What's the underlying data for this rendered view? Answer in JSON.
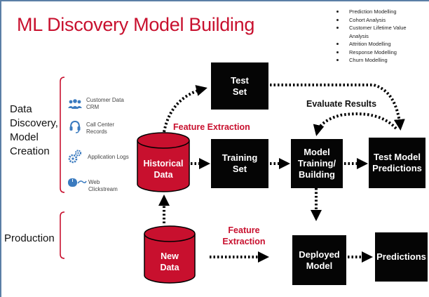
{
  "title": "ML Discovery Model Building",
  "use_cases": [
    "Prediction Modelling",
    "Cohort Analysis",
    "Customer Lifetime Value Analysis",
    "Attrition Modelling",
    "Response Modelling",
    "Churn Modelling"
  ],
  "sections": {
    "discovery": "Data Discovery, Model Creation",
    "production": "Production"
  },
  "data_sources": [
    {
      "label": "Customer Data CRM",
      "icon": "people-icon"
    },
    {
      "label": "Call Center Records",
      "icon": "headset-icon"
    },
    {
      "label": "Application Logs",
      "icon": "gears-icon"
    },
    {
      "label": "Web Clickstream",
      "icon": "mouse-icon"
    }
  ],
  "nodes": {
    "historical_data": [
      "Historical",
      "Data"
    ],
    "new_data": [
      "New",
      "Data"
    ],
    "test_set": "Test Set",
    "training_set": "Training Set",
    "model_training": "Model Training/ Building",
    "test_predictions": "Test Model Predictions",
    "deployed_model": "Deployed Model",
    "predictions": "Predictions"
  },
  "labels": {
    "feature_extraction_top": "Feature Extraction",
    "feature_extraction_bottom": "Feature Extraction",
    "evaluate_results": "Evaluate Results"
  },
  "colors": {
    "accent_red": "#c8102e",
    "box_black": "#050505",
    "source_blue": "#3b7bbf"
  }
}
